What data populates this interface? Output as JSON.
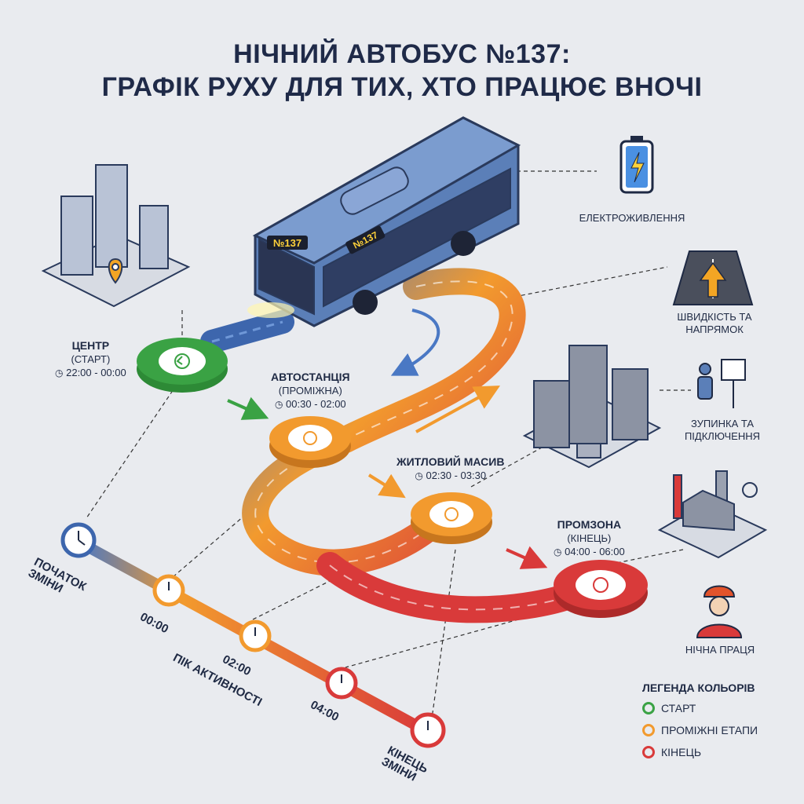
{
  "title": {
    "line1": "НІЧНИЙ АВТОБУС №137:",
    "line2": "ГРАФІК РУХУ ДЛЯ ТИХ, ХТО ПРАЦЮЄ ВНОЧІ"
  },
  "bus": {
    "route_sign_front": "№137",
    "route_sign_side": "№137"
  },
  "stops": [
    {
      "name": "ЦЕНТР",
      "sub": "(СТАРТ)",
      "time": "22:00 - 00:00",
      "color": "#3aa244"
    },
    {
      "name": "АВТОСТАНЦІЯ",
      "sub": "(ПРОМІЖНА)",
      "time": "00:30 - 02:00",
      "color": "#f29a2e"
    },
    {
      "name": "ЖИТЛОВИЙ МАСИВ",
      "time": "02:30 - 03:30",
      "color": "#f29a2e"
    },
    {
      "name": "ПРОМЗОНА",
      "sub": "(КІНЕЦЬ)",
      "time": "04:00 - 06:00",
      "color": "#d93a3a"
    }
  ],
  "icons": {
    "power": "ЕЛЕКТРОЖИВЛЕННЯ",
    "speed": "ШВИДКІСТЬ та НАПРЯМОК",
    "stop": "ЗУПИНКА та ПІДКЛЮЧЕННЯ",
    "work": "НІЧНА ПРАЦЯ"
  },
  "timeline": {
    "start": "ПОЧАТОК ЗМІНИ",
    "t1": "00:00",
    "t2": "02:00",
    "peak": "ПІК АКТИВНОСТІ",
    "t3": "04:00",
    "end": "КІНЕЦЬ ЗМІНИ"
  },
  "legend": {
    "title": "ЛЕГЕНДА КОЛЬОРІВ",
    "items": [
      {
        "label": "СТАРТ",
        "color": "#3aa244"
      },
      {
        "label": "ПРОМІЖНІ ЕТАПИ",
        "color": "#f29a2e"
      },
      {
        "label": "КІНЕЦЬ",
        "color": "#d93a3a"
      }
    ]
  },
  "colors": {
    "start": "#3aa244",
    "middle": "#f29a2e",
    "end": "#d93a3a",
    "bus": "#5b7fb8",
    "road_blue": "#4a78c4"
  }
}
